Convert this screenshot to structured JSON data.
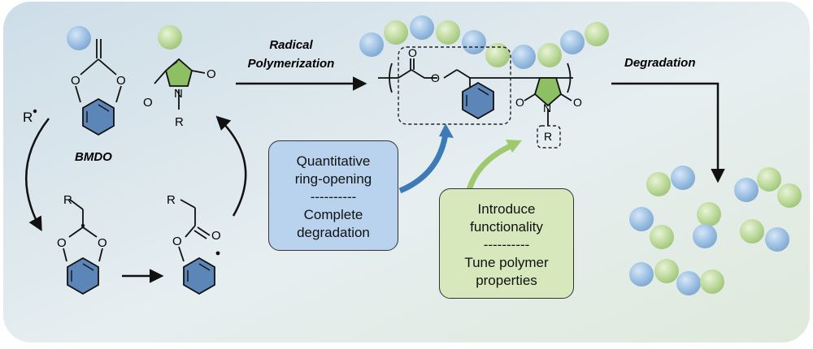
{
  "labels": {
    "radical_polymerization_line1": "Radical",
    "radical_polymerization_line2": "Polymerization",
    "degradation": "Degradation",
    "bmdo": "BMDO",
    "r_radical": "R",
    "r_group": "R",
    "o": "O",
    "n": "N"
  },
  "callouts": {
    "blue": {
      "line1": "Quantitative",
      "line2": "ring-opening",
      "divider": "----------",
      "line3": "Complete",
      "line4": "degradation"
    },
    "green": {
      "line1": "Introduce",
      "line2": "functionality",
      "divider": "----------",
      "line3": "Tune polymer",
      "line4": "properties"
    }
  },
  "colors": {
    "blue_sphere": "#8fb7e0",
    "green_sphere": "#b5d68f",
    "ring_fill": "#5b86b7",
    "maleimide_fill": "#8dc063",
    "blue_arrow": "#3e7bb6",
    "green_arrow": "#9ec96e"
  }
}
